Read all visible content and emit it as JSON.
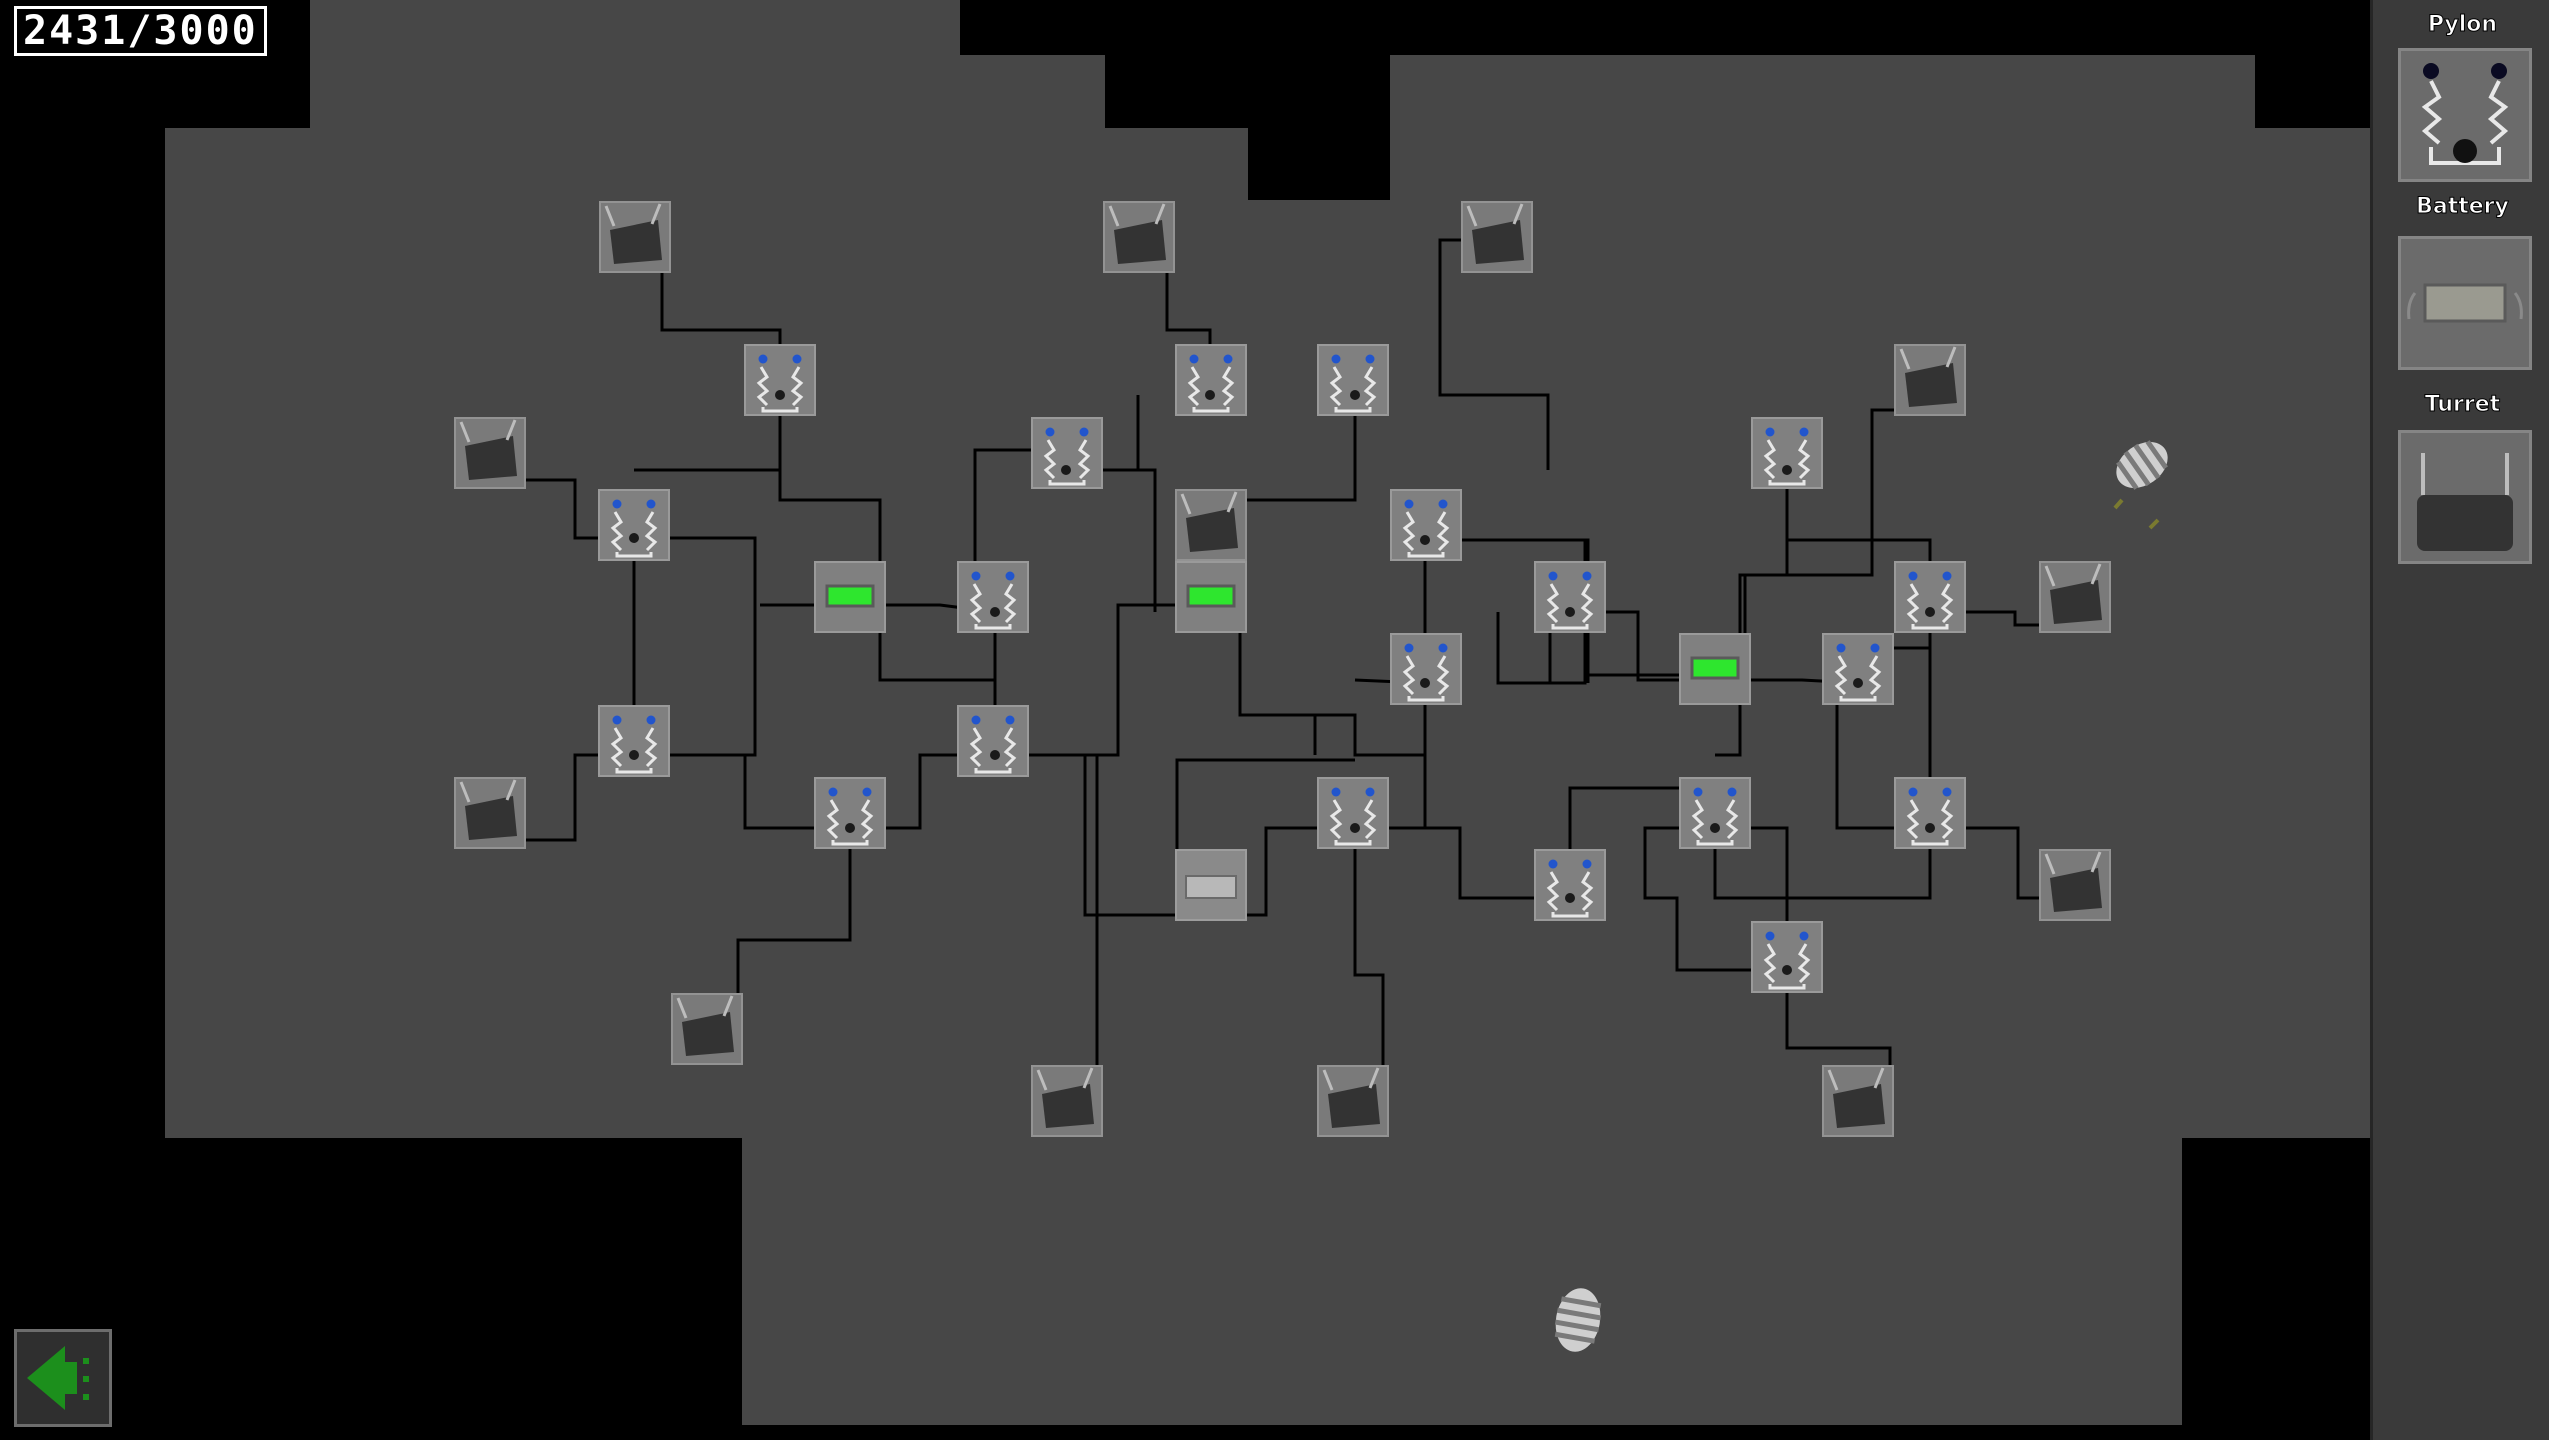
{
  "hud": {
    "counter": "2431/3000"
  },
  "palette": {
    "items": [
      {
        "label": "Pylon",
        "icon": "pylon-icon"
      },
      {
        "label": "Battery",
        "icon": "battery-icon"
      },
      {
        "label": "Turret",
        "icon": "turret-icon"
      }
    ]
  },
  "menu_button": {
    "icon": "back-arrow-icon"
  },
  "colors": {
    "floor": "#474747",
    "void": "#000000",
    "wire": "#000000",
    "tile": "#808080",
    "battery_charge": "#2ee62e",
    "pylon_node": "#2255cc",
    "menu_icon": "#1c8f1c",
    "panel": "#3a3a3a"
  }
}
